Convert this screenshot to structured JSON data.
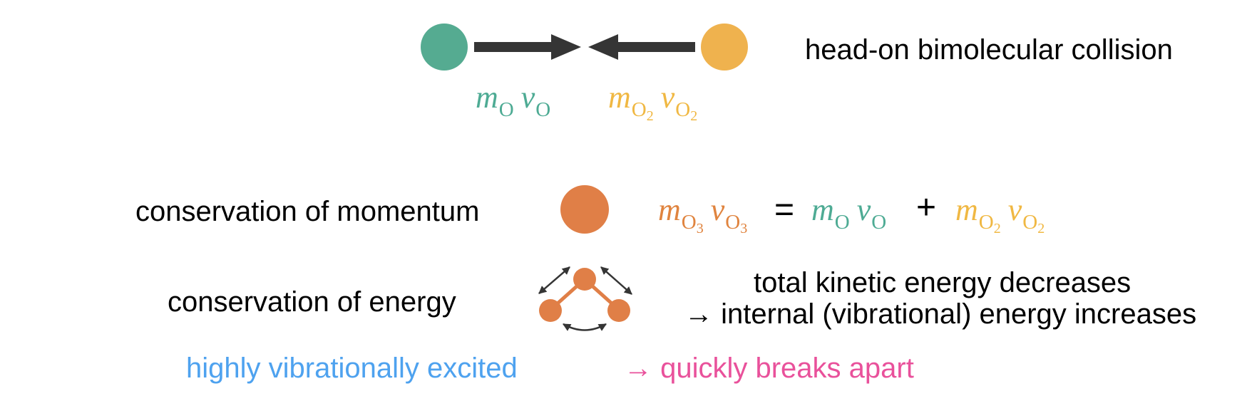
{
  "colors": {
    "oxygen_atom": "#55ab91",
    "o2_molecule": "#efb24e",
    "o3_molecule": "#e07f47",
    "arrow": "#353535",
    "highlight_blue": "#4ea2ef",
    "highlight_pink": "#e9519b",
    "text": "#000000"
  },
  "collision": {
    "caption": "head-on bimolecular collision",
    "left_particle": {
      "name": "O",
      "label_m": "m",
      "label_m_sub": "O",
      "label_v": "v",
      "label_v_sub": "O"
    },
    "right_particle": {
      "name": "O2",
      "label_m": "m",
      "label_m_sub": "O",
      "label_m_sub2": "2",
      "label_v": "v",
      "label_v_sub": "O",
      "label_v_sub2": "2"
    }
  },
  "momentum": {
    "label": "conservation of momentum",
    "equation": {
      "lhs": {
        "m": "m",
        "m_sub": "O",
        "m_sub2": "3",
        "v": "v",
        "v_sub": "O",
        "v_sub2": "3"
      },
      "equals": "=",
      "term1": {
        "m": "m",
        "m_sub": "O",
        "v": "v",
        "v_sub": "O"
      },
      "plus": "+",
      "term2": {
        "m": "m",
        "m_sub": "O",
        "m_sub2": "2",
        "v": "v",
        "v_sub": "O",
        "v_sub2": "2"
      }
    }
  },
  "energy": {
    "label": "conservation of energy",
    "line1": "total kinetic energy decreases",
    "line2": "→ internal (vibrational) energy increases"
  },
  "conclusion": {
    "state": "highly vibrationally excited",
    "result": "→ quickly breaks apart"
  }
}
